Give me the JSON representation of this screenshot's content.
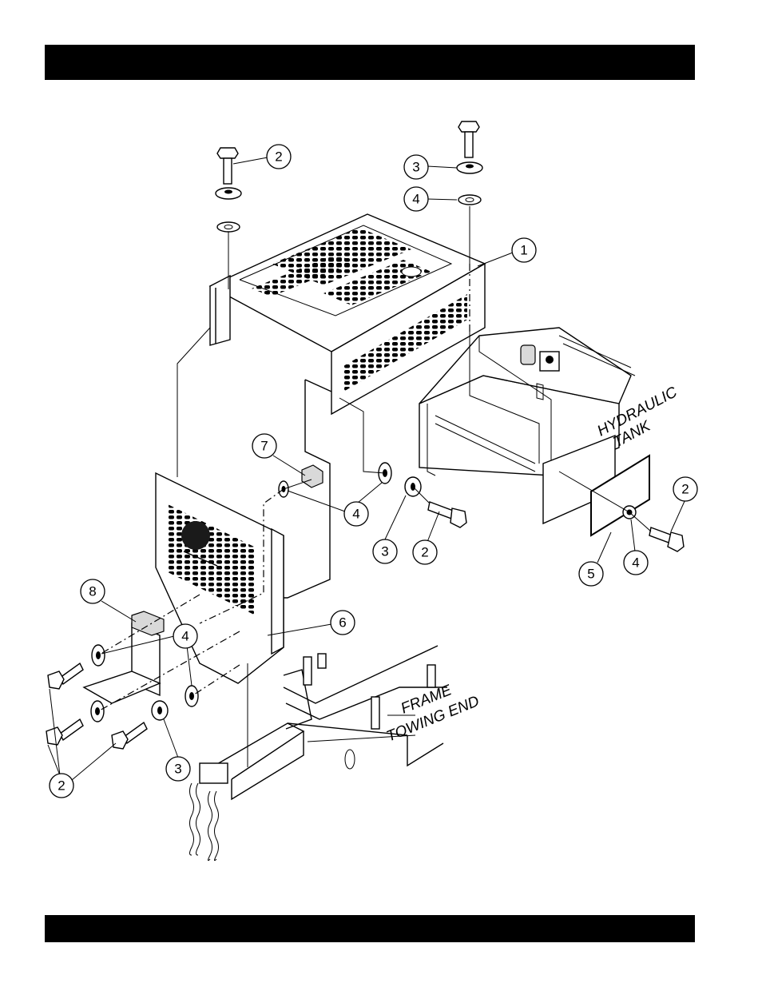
{
  "header_bar": {
    "text": ""
  },
  "footer_bar": {
    "text": ""
  },
  "labels": {
    "hydraulic": "HYDRAULIC",
    "tank": "TANK",
    "frame": "FRAME",
    "towing_end": "TOWING END"
  },
  "callouts": [
    "1",
    "2",
    "2",
    "2",
    "2",
    "3",
    "3",
    "3",
    "4",
    "4",
    "4",
    "4",
    "5",
    "6",
    "7",
    "8"
  ]
}
